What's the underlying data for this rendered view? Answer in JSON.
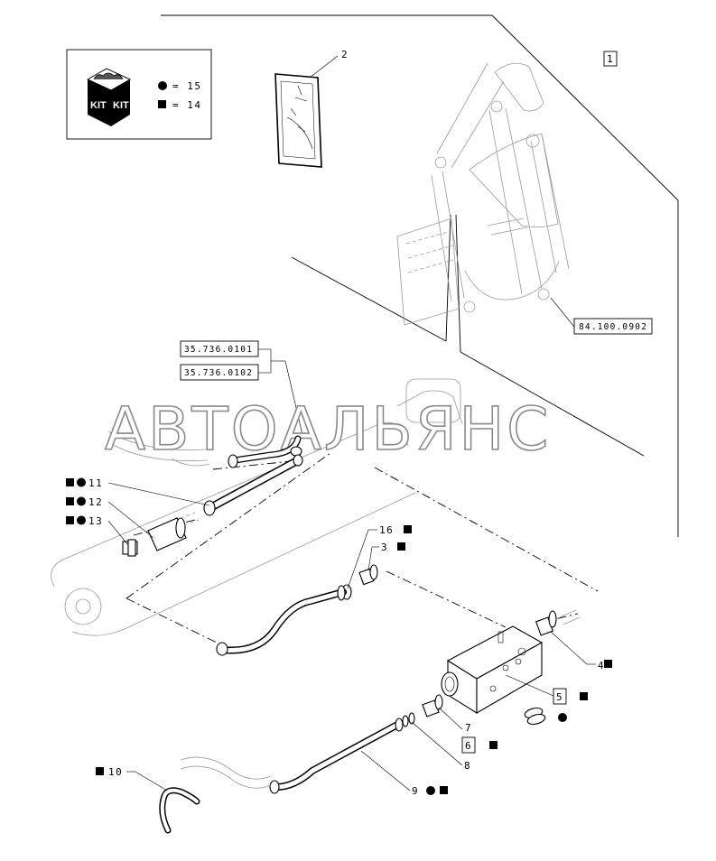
{
  "kit": {
    "badge_left": "KIT",
    "badge_right": "KIT",
    "legend": [
      {
        "symbol": "circle",
        "text": "= 15"
      },
      {
        "symbol": "square",
        "text": "= 14"
      }
    ]
  },
  "watermark": "АВТОАЛЬЯНС",
  "references": {
    "backhoe": "84.100.0902",
    "ref_a": "35.736.0101",
    "ref_b": "35.736.0102"
  },
  "callouts": {
    "c1": "1",
    "c2": "2",
    "c3": "3",
    "c4": "4",
    "c5": "5",
    "c6": "6",
    "c7": "7",
    "c8": "8",
    "c9": "9",
    "c10": "10",
    "c11": "11",
    "c12": "12",
    "c13": "13",
    "c16": "16"
  }
}
